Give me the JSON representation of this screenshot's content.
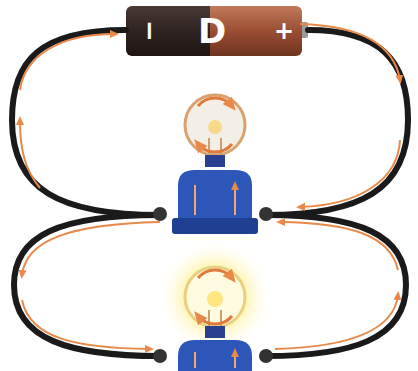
{
  "diagram": {
    "labels": [
      "−",
      "D",
      "+"
    ]
  }
}
